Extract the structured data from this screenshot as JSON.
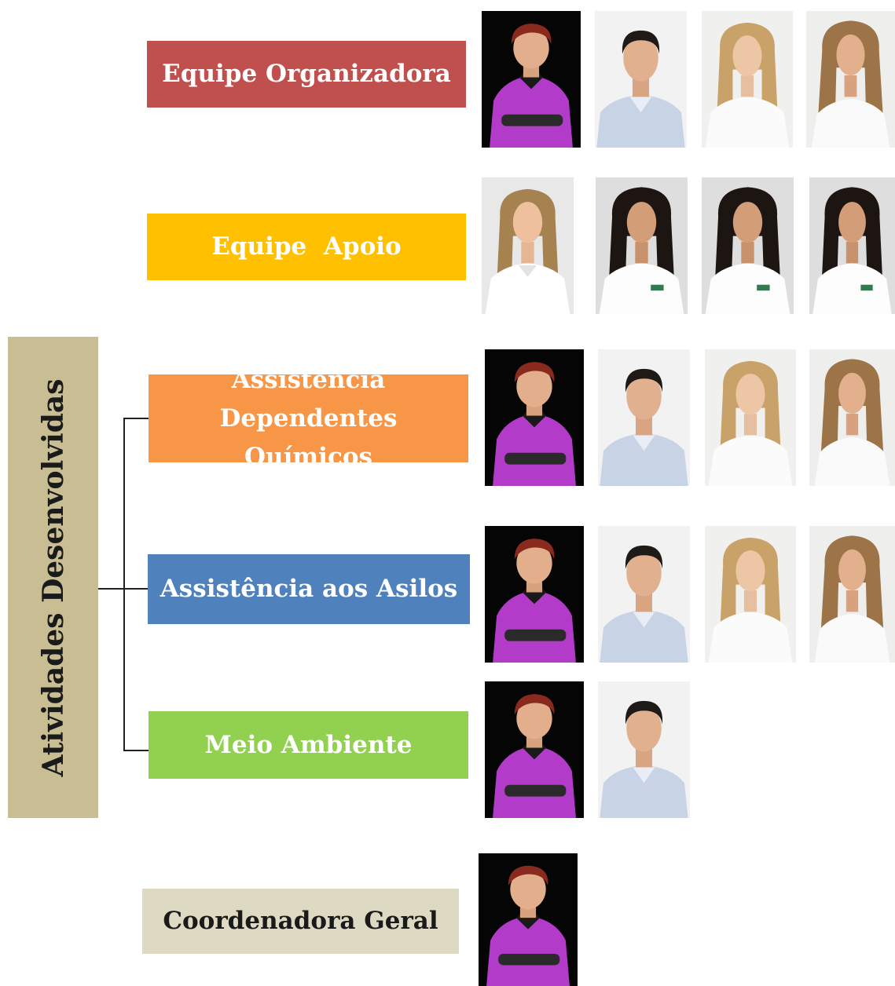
{
  "diagram": {
    "side_label": "Atividades Desenvolvidas",
    "teams": [
      {
        "label": "Equipe Organizadora",
        "color": "#c0504d"
      },
      {
        "label": "Equipe  Apoio",
        "color": "#ffc000"
      },
      {
        "label": "Assistência Dependentes Químicos",
        "color": "#f79646"
      },
      {
        "label": "Assistência aos Asilos",
        "color": "#4f81bd"
      },
      {
        "label": "Meio Ambiente",
        "color": "#92d050"
      },
      {
        "label": "Coordenadora Geral",
        "color": "#ddd9c3"
      }
    ]
  }
}
